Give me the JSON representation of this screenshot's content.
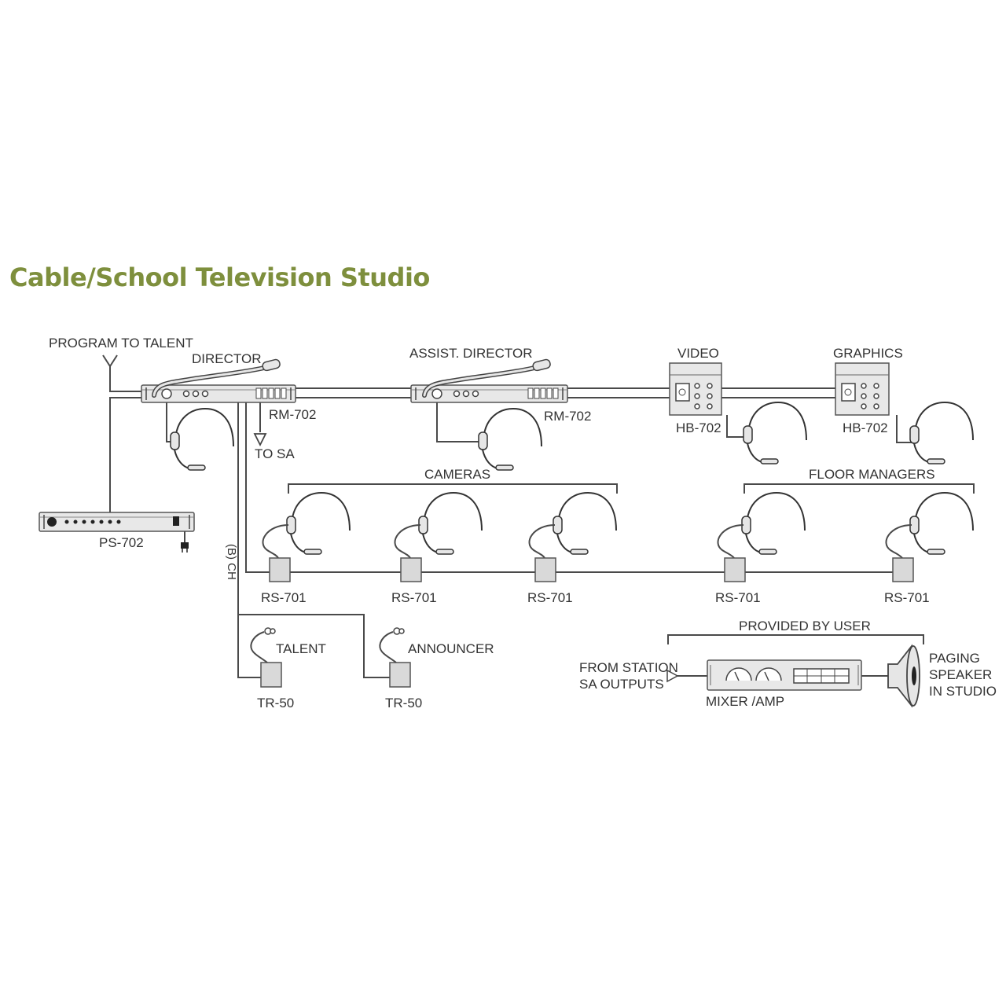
{
  "title": "Cable/School Television Studio",
  "labels": {
    "program_to_talent": "PROGRAM TO TALENT",
    "director": "DIRECTOR",
    "assist_director": "ASSIST. DIRECTOR",
    "video": "VIDEO",
    "graphics": "GRAPHICS",
    "rm702_a": "RM-702",
    "rm702_b": "RM-702",
    "hb702_a": "HB-702",
    "hb702_b": "HB-702",
    "to_sa": "TO SA",
    "ps702": "PS-702",
    "cameras": "CAMERAS",
    "floor_managers": "FLOOR MANAGERS",
    "rs701_1": "RS-701",
    "rs701_2": "RS-701",
    "rs701_3": "RS-701",
    "rs701_4": "RS-701",
    "rs701_5": "RS-701",
    "ch_b": "(B) CH",
    "talent": "TALENT",
    "announcer": "ANNOUNCER",
    "tr50_a": "TR-50",
    "tr50_b": "TR-50",
    "provided_by_user": "PROVIDED BY USER",
    "from_station_1": "FROM STATION",
    "from_station_2": "SA OUTPUTS",
    "mixer_amp": "MIXER /AMP",
    "paging_1": "PAGING",
    "paging_2": "SPEAKER",
    "paging_3": "IN STUDIO"
  },
  "icons": [
    "rack-unit-icon",
    "microphone-icon",
    "headset-icon",
    "wall-station-icon",
    "belt-pack-icon",
    "transceiver-icon",
    "power-supply-icon",
    "power-plug-icon",
    "mixer-amp-icon",
    "horn-speaker-icon",
    "antenna-icon"
  ]
}
